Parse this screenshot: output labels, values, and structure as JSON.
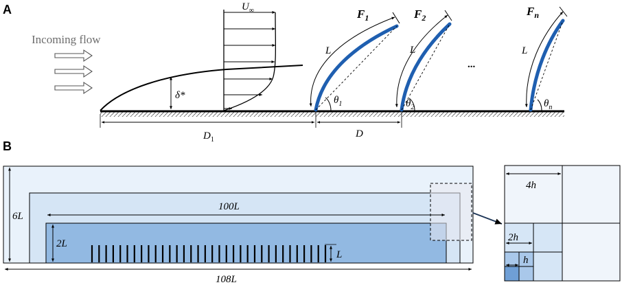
{
  "panel_a": {
    "label": "A",
    "incoming_flow": "Incoming flow",
    "u_inf": "U",
    "u_inf_sub": "∞",
    "delta_star": "δ*",
    "d1_main": "D",
    "d1_sub": "1",
    "d": "D",
    "ellipsis": "...",
    "filaments": [
      {
        "force": "F",
        "force_sub": "1",
        "length": "L",
        "theta": "θ",
        "theta_sub": "1"
      },
      {
        "force": "F",
        "force_sub": "2",
        "length": "L",
        "theta": "θ",
        "theta_sub": "2"
      },
      {
        "force": "F",
        "force_sub": "n",
        "length": "L",
        "theta": "θ",
        "theta_sub": "n"
      }
    ]
  },
  "panel_b": {
    "label": "B",
    "dim_6l": "6L",
    "dim_100l": "100L",
    "dim_2l": "2L",
    "dim_l": "L",
    "dim_108l": "108L",
    "inset_4h": "4h",
    "inset_2h": "2h",
    "inset_h": "h",
    "filament_count": 34
  },
  "colors": {
    "filament_blue": "#1f5fb0",
    "outer_domain": "#e9f2fb",
    "middle_domain": "#d5e5f5",
    "inner_domain": "#92b9e2",
    "inset_fine": "#6f9fd6"
  }
}
